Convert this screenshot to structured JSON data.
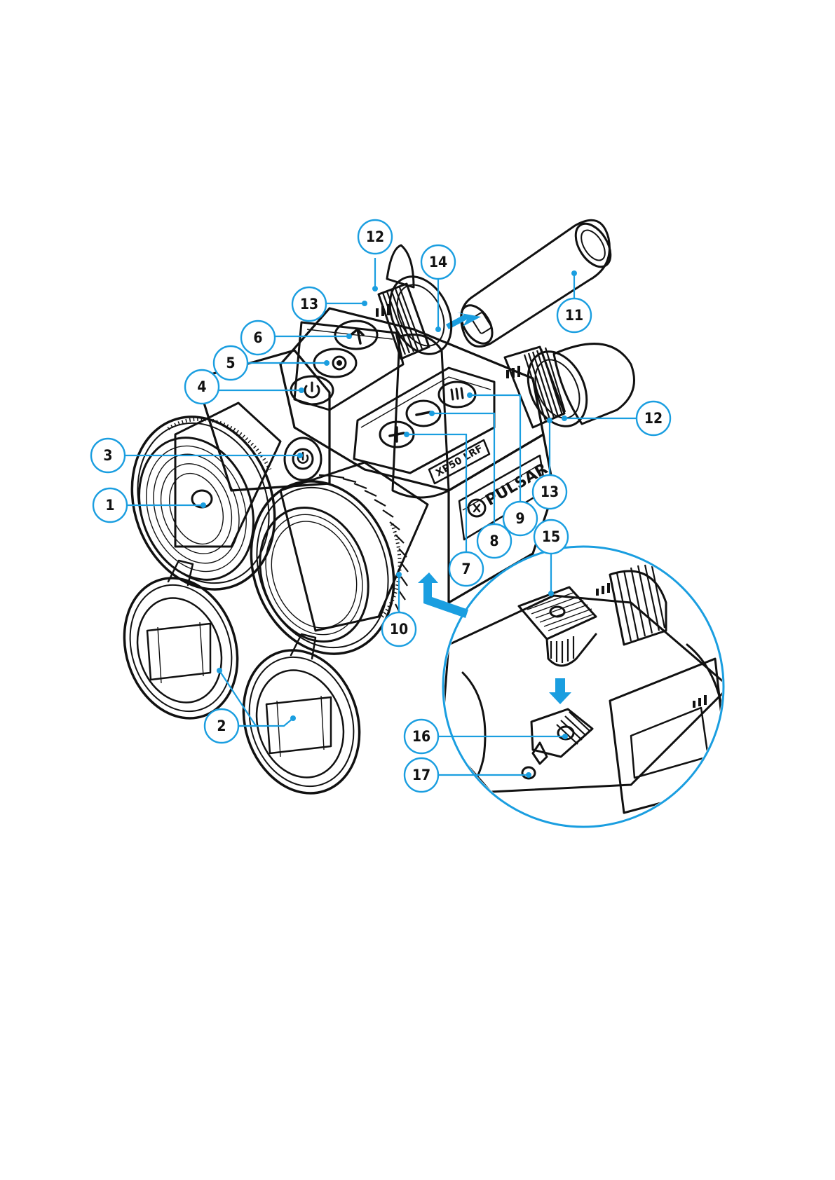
{
  "colors": {
    "callout": "#1a9ee0",
    "ink": "#111111",
    "background": "#ffffff"
  },
  "device_markings": {
    "brand": "PULSAR",
    "model": "XP50 LRF"
  },
  "callouts": [
    {
      "id": "c1",
      "label": "1"
    },
    {
      "id": "c2",
      "label": "2"
    },
    {
      "id": "c3",
      "label": "3"
    },
    {
      "id": "c4",
      "label": "4"
    },
    {
      "id": "c5",
      "label": "5"
    },
    {
      "id": "c6",
      "label": "6"
    },
    {
      "id": "c7",
      "label": "7"
    },
    {
      "id": "c8",
      "label": "8"
    },
    {
      "id": "c9",
      "label": "9"
    },
    {
      "id": "c10",
      "label": "10"
    },
    {
      "id": "c11",
      "label": "11"
    },
    {
      "id": "c12a",
      "label": "12"
    },
    {
      "id": "c12b",
      "label": "12"
    },
    {
      "id": "c13a",
      "label": "13"
    },
    {
      "id": "c13b",
      "label": "13"
    },
    {
      "id": "c14",
      "label": "14"
    },
    {
      "id": "c15",
      "label": "15"
    },
    {
      "id": "c16",
      "label": "16"
    },
    {
      "id": "c17",
      "label": "17"
    }
  ],
  "icons": [
    "arrow-icon",
    "record-icon",
    "power-icon",
    "plus-icon",
    "minus-icon",
    "menu-icon",
    "power-button-icon",
    "insert-arrow-icon"
  ]
}
